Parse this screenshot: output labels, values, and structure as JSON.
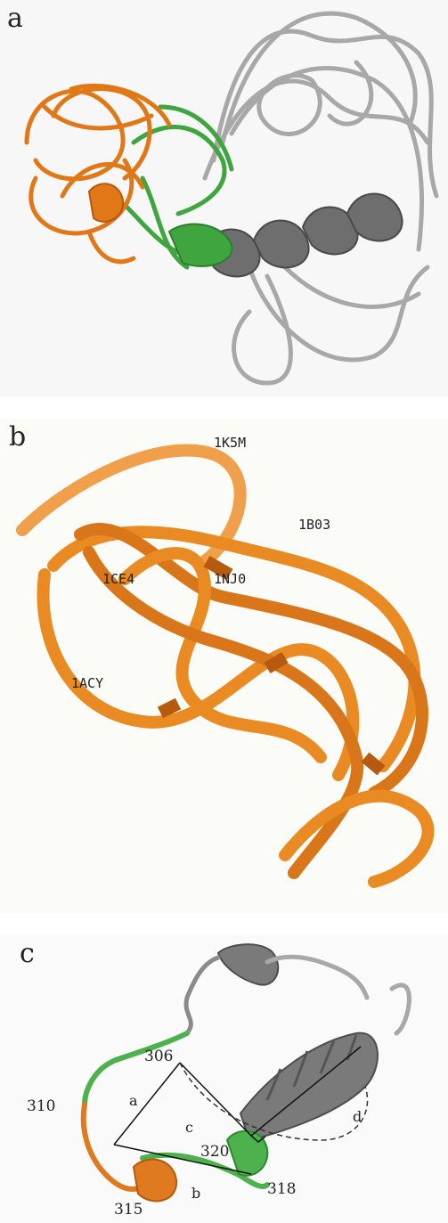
{
  "panels": [
    {
      "letter": "a",
      "colors": {
        "loop_orange": "#e07818",
        "helix_green": "#3fa63f",
        "helix_gray": "#6e6e6e",
        "loop_gray": "#a8a8a8",
        "background": "#f7f7f7"
      }
    },
    {
      "letter": "b",
      "structure_labels": [
        "1K5M",
        "1B03",
        "1CE4",
        "1NJ0",
        "1ACY"
      ],
      "colors": {
        "tube_orange": "#e98a22",
        "tube_dark": "#b65a10",
        "background": "#fbfbf8"
      }
    },
    {
      "letter": "c",
      "residue_labels": [
        "306",
        "310",
        "315",
        "318",
        "320"
      ],
      "distance_labels": [
        "a",
        "b",
        "c",
        "d"
      ],
      "colors": {
        "loop_green": "#4db24d",
        "loop_orange": "#e07a20",
        "helix_gray": "#7a7a7a",
        "line": "#111111",
        "background": "#fafafa"
      }
    }
  ]
}
